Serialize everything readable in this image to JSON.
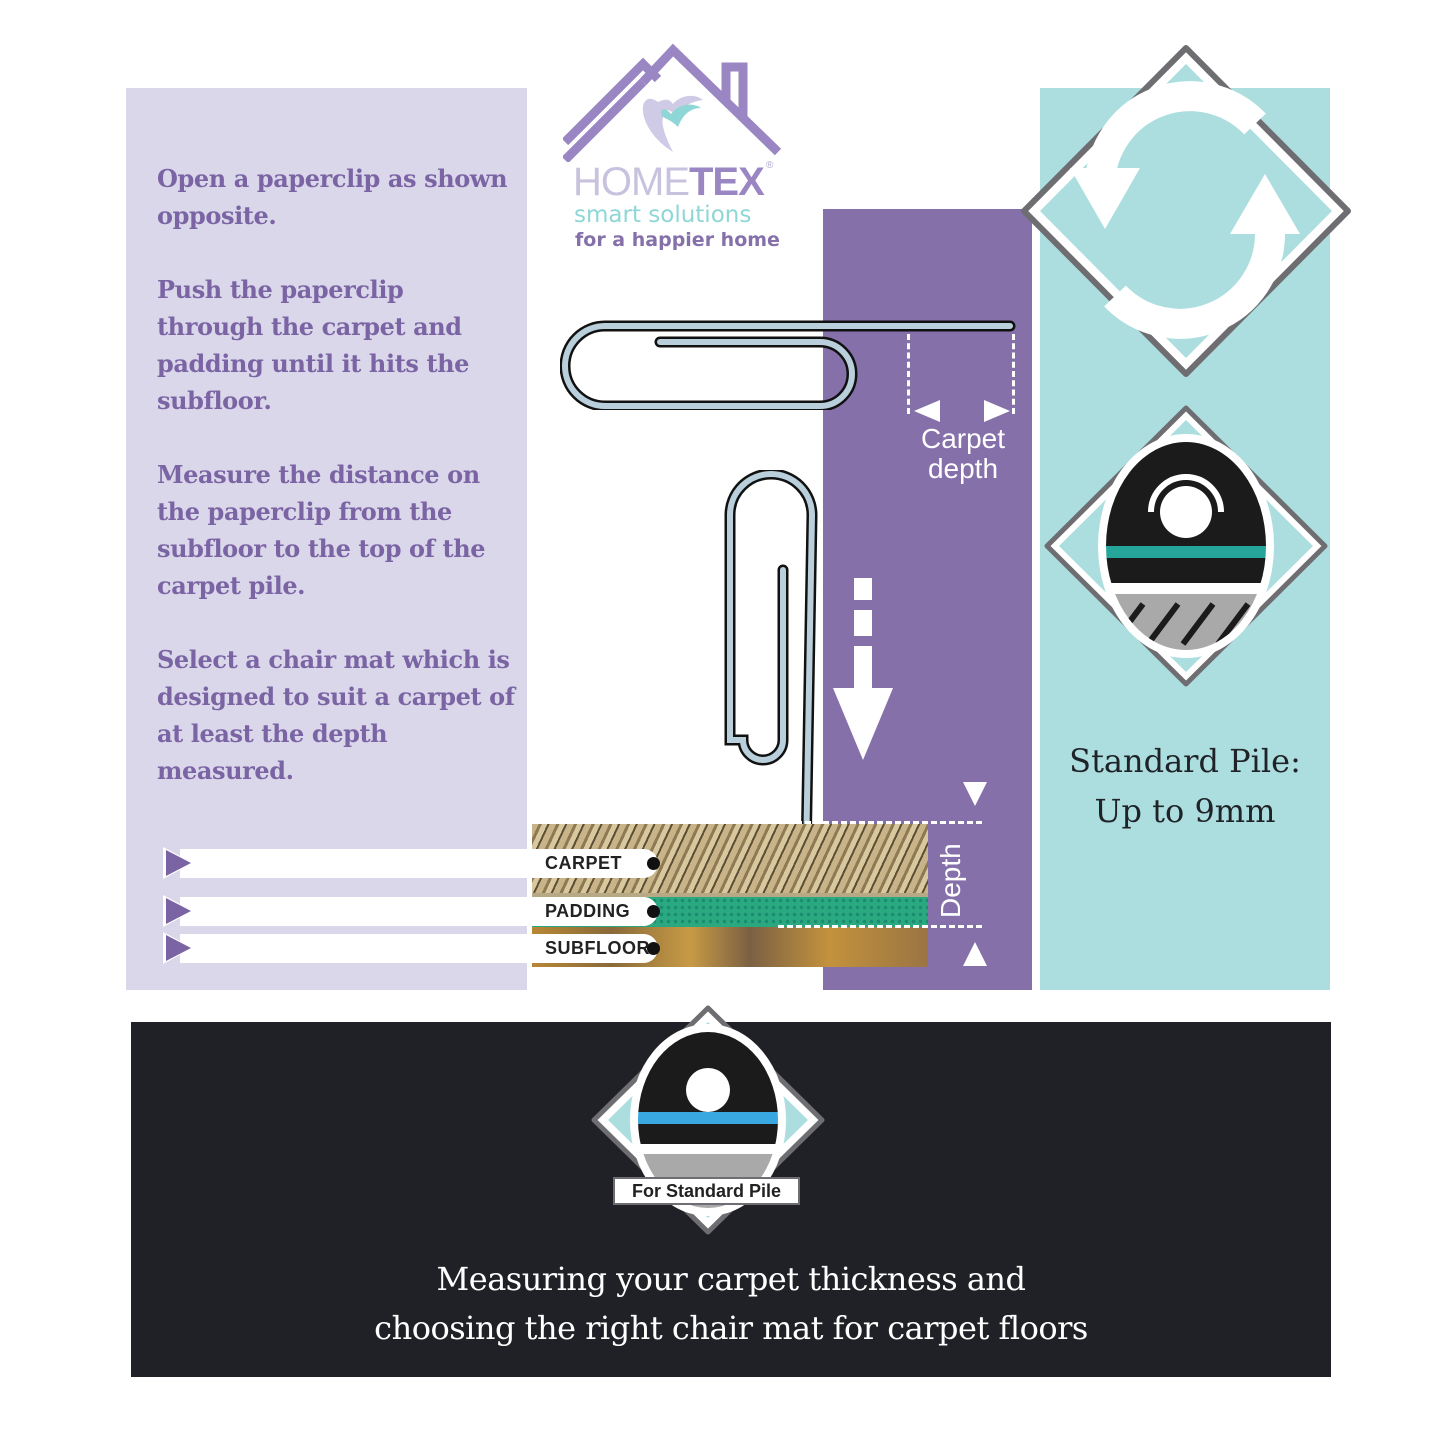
{
  "brand": {
    "name_light": "HOME",
    "name_bold": "TEX",
    "registered_mark": "®",
    "tagline_1": "smart solutions",
    "tagline_2": "for a happier home",
    "colors": {
      "purple": "#8570aa",
      "lavender": "#dbd7ea",
      "teal": "#acdedf",
      "dark": "#202126"
    }
  },
  "instructions": {
    "steps": [
      "Open a paperclip as shown opposite.",
      "Push the paperclip through the carpet and padding until it hits the subfloor.",
      "Measure the distance on the paperclip from the subfloor to the top of the carpet pile.",
      "Select a chair mat which is designed to suit a carpet of at least the depth measured."
    ]
  },
  "diagram": {
    "carpet_depth_label_1": "Carpet",
    "carpet_depth_label_2": "depth",
    "depth_label": "Depth",
    "layers": [
      {
        "label": "CARPET"
      },
      {
        "label": "PADDING"
      },
      {
        "label": "SUBFLOOR"
      }
    ]
  },
  "pile_info": {
    "line_1": "Standard Pile:",
    "line_2": "Up to 9mm",
    "icons": [
      "rotate-arrows-icon",
      "standard-pile-icon"
    ]
  },
  "footer": {
    "badge_label": "For Standard Pile",
    "title_line_1": "Measuring your carpet thickness and",
    "title_line_2": "choosing the right chair mat for carpet floors"
  }
}
